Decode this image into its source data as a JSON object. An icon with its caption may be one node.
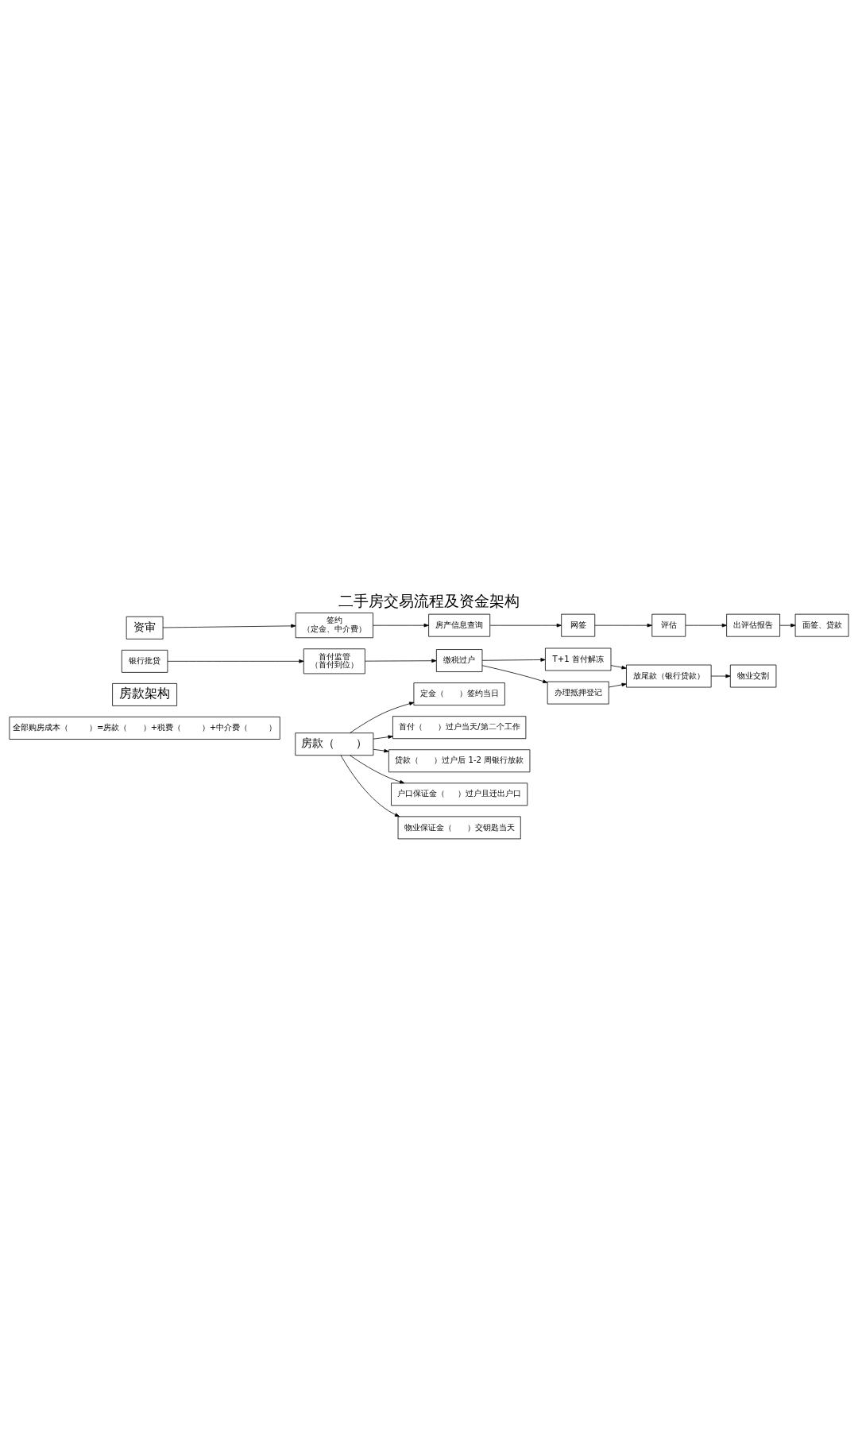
{
  "diagram": {
    "title": "二手房交易流程及资金架构",
    "nodes": [
      {
        "text": [
          "资审"
        ]
      },
      {
        "text": [
          "签约",
          "（定金、中介费）"
        ]
      },
      {
        "text": [
          "房产信息查询"
        ]
      },
      {
        "text": [
          "网签"
        ]
      },
      {
        "text": [
          "评估"
        ]
      },
      {
        "text": [
          "出评估报告"
        ]
      },
      {
        "text": [
          "面签、贷款"
        ]
      },
      {
        "text": [
          "银行批贷"
        ]
      },
      {
        "text": [
          "首付监管",
          "（首付到位）"
        ]
      },
      {
        "text": [
          "缴税过户"
        ]
      },
      {
        "text": [
          "T+1 首付解冻"
        ]
      },
      {
        "text": [
          "办理抵押登记"
        ]
      },
      {
        "text": [
          "放尾款（银行贷款）"
        ]
      },
      {
        "text": [
          "物业交割"
        ]
      },
      {
        "text": [
          "房款架构"
        ]
      },
      {
        "text": [
          "房款（      ）"
        ]
      },
      {
        "text": [
          "定金（      ）签约当日"
        ]
      },
      {
        "text": [
          "首付（      ）过户当天/第二个工作"
        ]
      },
      {
        "text": [
          "贷款（      ）过户后 1-2 周银行放款"
        ]
      },
      {
        "text": [
          "户口保证金（     ）过户且迁出户口"
        ]
      },
      {
        "text": [
          "物业保证金（      ）交钥匙当天"
        ]
      },
      {
        "text": [
          "全部购房成本（        ）=房款（      ）+税费（        ）+中介费（        ）"
        ]
      }
    ],
    "edges": [
      {
        "from": 0,
        "to": 1,
        "arrow": "to"
      },
      {
        "from": 1,
        "to": 2,
        "arrow": "to"
      },
      {
        "from": 2,
        "to": 3,
        "arrow": "to"
      },
      {
        "from": 3,
        "to": 4,
        "arrow": "to"
      },
      {
        "from": 4,
        "to": 5,
        "arrow": "to"
      },
      {
        "from": 5,
        "to": 6,
        "arrow": "to"
      },
      {
        "from": 7,
        "to": 8,
        "arrow": "to"
      },
      {
        "from": 8,
        "to": 9,
        "arrow": "to"
      },
      {
        "from": 9,
        "to": 10,
        "arrow": "to"
      },
      {
        "from": 9,
        "to": 11,
        "arrow": "to"
      },
      {
        "from": 10,
        "to": 12,
        "arrow": "to"
      },
      {
        "from": 11,
        "to": 12,
        "arrow": "to"
      },
      {
        "from": 12,
        "to": 13,
        "arrow": "to"
      },
      {
        "from": 15,
        "to": 16,
        "arrow": "to"
      },
      {
        "from": 15,
        "to": 17,
        "arrow": "to"
      },
      {
        "from": 15,
        "to": 18,
        "arrow": "to"
      },
      {
        "from": 15,
        "to": 19,
        "arrow": "to"
      },
      {
        "from": 15,
        "to": 20,
        "arrow": "to"
      }
    ]
  }
}
